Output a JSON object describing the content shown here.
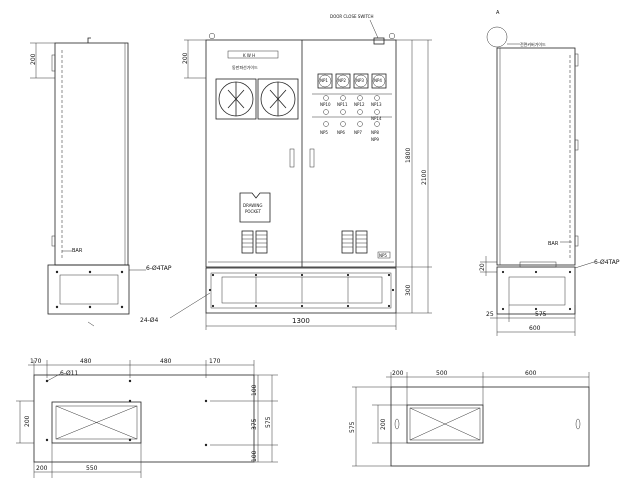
{
  "labels": {
    "door_close_switch": "DOOR CLOSE SWITCH",
    "meter_label_1": "K W H",
    "guide_left": "동판파선가이드",
    "guide_right": "전면커버가이드",
    "top_right_marker": "A",
    "drawing_pocket_1": "DRAWING",
    "drawing_pocket_2": "POCKET",
    "bar_left": "BAR",
    "bar_right": "BAR",
    "tap_left": "6-Ø4TAP",
    "tap_right": "6-Ø4TAP",
    "holes_front": "24-Ø4",
    "holes_plan": "6-Ø11",
    "plate_label": "NP5"
  },
  "breakers_row1": [
    "NP1",
    "NP2",
    "NP3",
    "NP4"
  ],
  "breakers_row2": [
    "NP10",
    "NP11",
    "NP12",
    "NP13",
    "NP14"
  ],
  "breakers_row3": [
    "NP5",
    "NP6",
    "NP7",
    "NP8",
    "NP9"
  ],
  "dims": {
    "side_left_200": "200",
    "front_top_200": "200",
    "front_width_1300": "1300",
    "front_h_1800": "1800",
    "front_h_2100": "2100",
    "front_base_300": "300",
    "right_base_20": "20",
    "right_25": "25",
    "right_575": "575",
    "right_600": "600",
    "plan_170_left": "170",
    "plan_480_a": "480",
    "plan_480_b": "480",
    "plan_170_right": "170",
    "plan_200_left": "200",
    "plan_200_bottom": "200",
    "plan_550": "550",
    "plan_100_top": "100",
    "plan_375": "375",
    "plan_575": "575",
    "plan_100_bottom": "100",
    "plan2_200": "200",
    "plan2_500": "500",
    "plan2_600": "600",
    "plan2_575": "575",
    "plan2_200_v": "200"
  }
}
